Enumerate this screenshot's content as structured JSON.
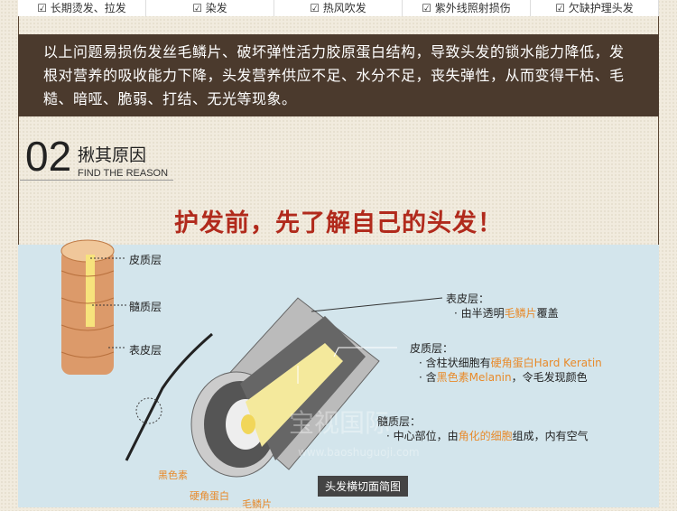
{
  "top_tabs": [
    "☑ 长期烫发、拉发",
    "☑ 染发",
    "☑ 热风吹发",
    "☑ 紫外线照射损伤",
    "☑ 欠缺护理头发"
  ],
  "intro": "以上问题易损伤发丝毛鳞片、破坏弹性活力胶原蛋白结构，导致头发的锁水能力降低，发根对营养的吸收能力下降，头发营养供应不足、水分不足，丧失弹性，从而变得干枯、毛糙、暗哑、脆弱、打结、无光等现象。",
  "section": {
    "number": "02",
    "title": "揪其原因",
    "subtitle": "FIND THE REASON"
  },
  "headline": "护发前，先了解自己的头发！",
  "small_diagram": {
    "cortex": "皮质层",
    "medulla": "髓质层",
    "cuticle": "表皮层"
  },
  "cross_section": {
    "cuticle": {
      "title": "表皮层：",
      "l1a": "· 由半透明",
      "l1b": "毛鳞片",
      "l1c": "覆盖"
    },
    "cortex": {
      "title": "皮质层：",
      "l1a": "· 含柱状细胞有",
      "l1b": "硬角蛋白Hard Keratin",
      "l2a": "· 含",
      "l2b": "黑色素Melanin",
      "l2c": "，令毛发现颜色"
    },
    "medulla": {
      "title": "髓质层：",
      "l1a": "· 中心部位，由",
      "l1b": "角化的细胞",
      "l1c": "组成，内有空气"
    },
    "bottom_labels": {
      "melanin": "黑色素",
      "keratin": "硬角蛋白",
      "scale": "毛鳞片"
    },
    "caption": "头发横切面简图"
  },
  "watermark": "宝视国际 baoshuguoji.com",
  "colors": {
    "accent": "#e88a2a",
    "headline": "#b12a1c",
    "box": "#4b3a2d",
    "panel": "#d3e5ec"
  }
}
